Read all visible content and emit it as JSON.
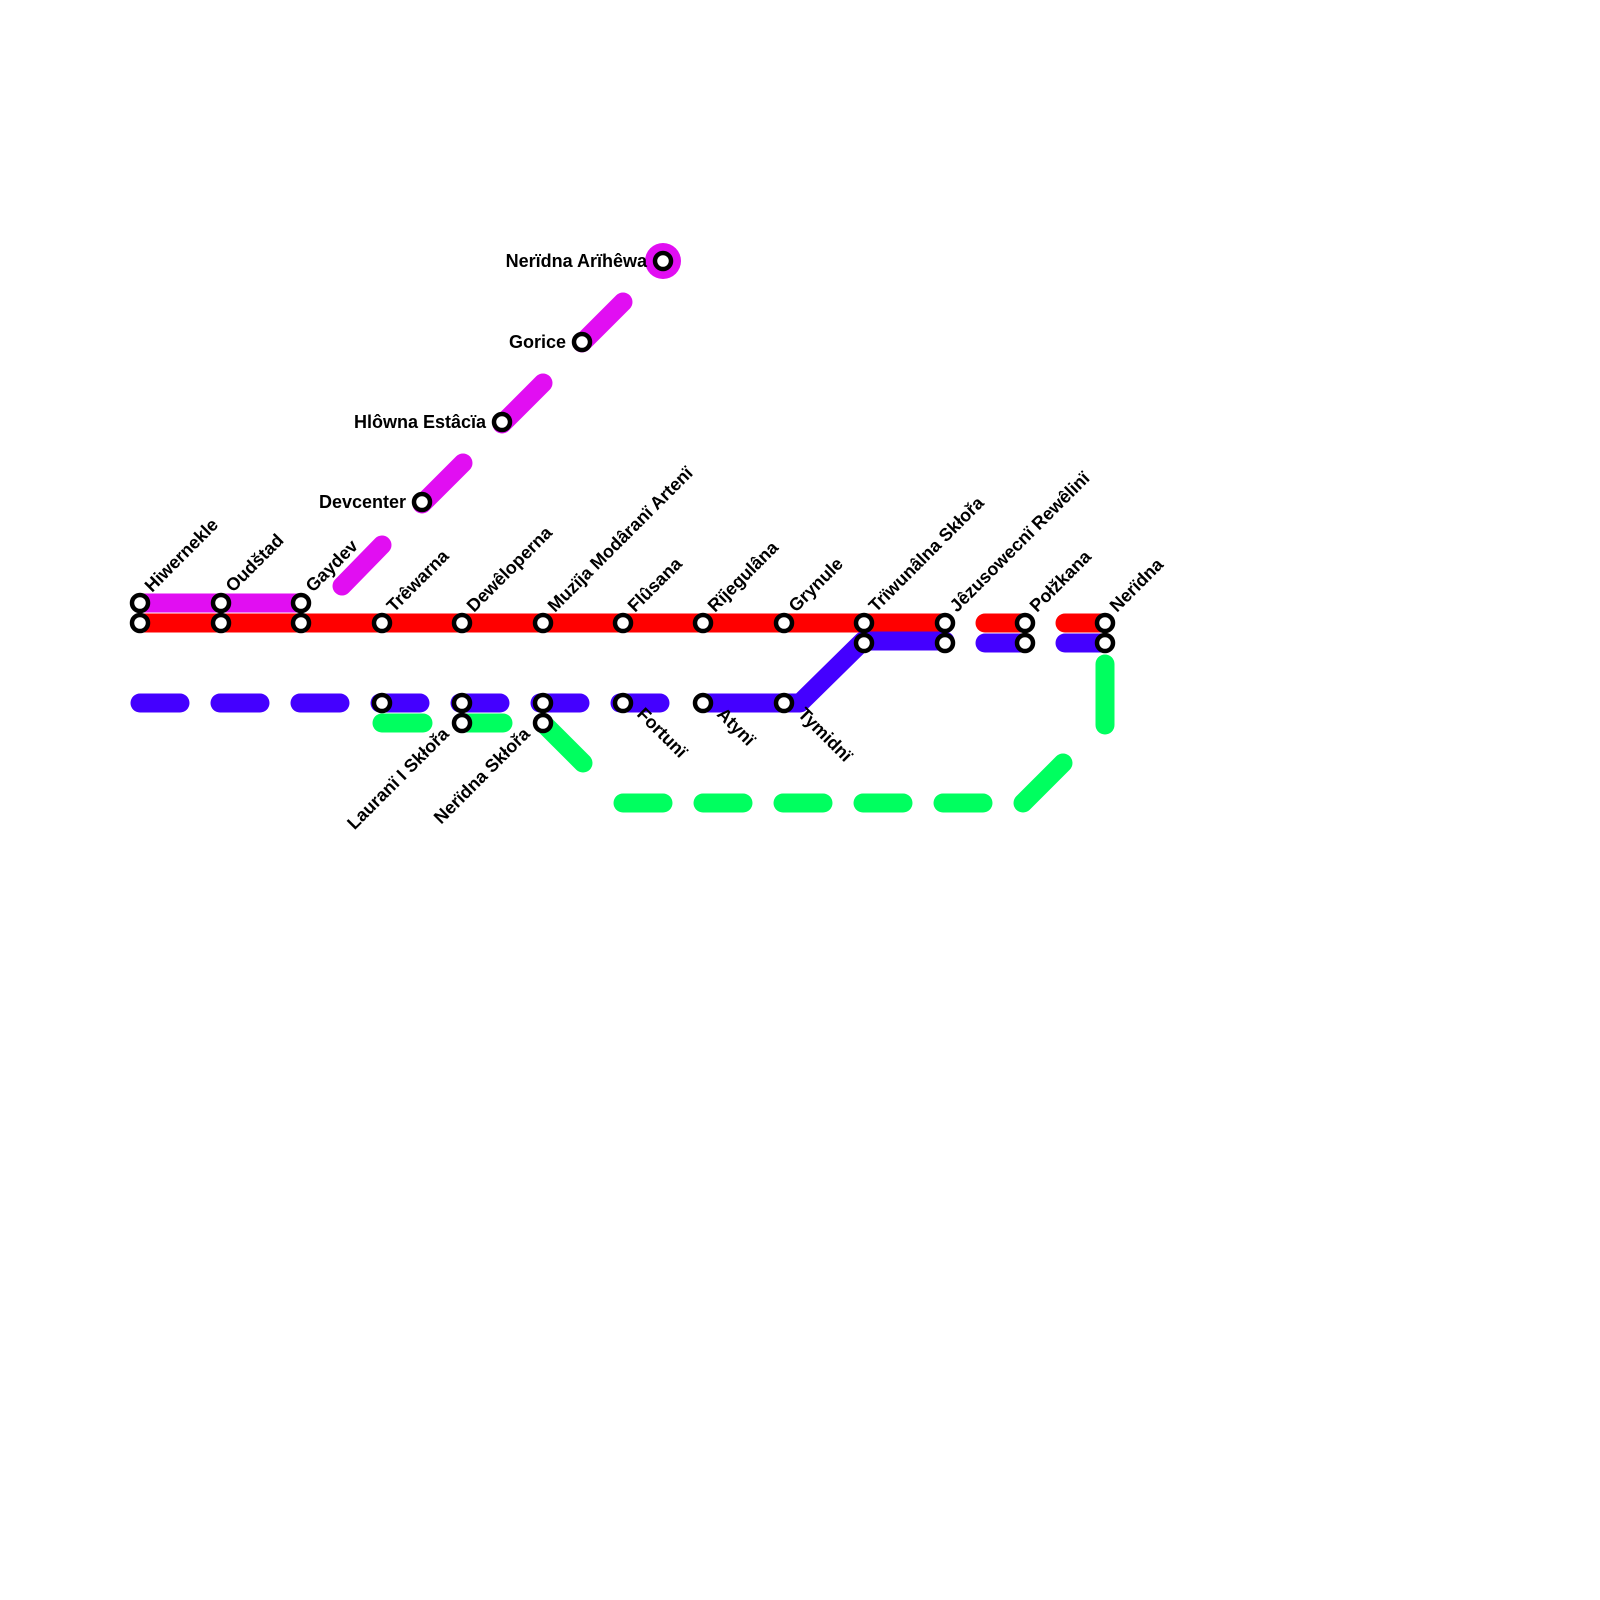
{
  "lines": [
    {
      "id": "red",
      "color": "#ff0000"
    },
    {
      "id": "magenta",
      "color": "#e10ef2"
    },
    {
      "id": "blue",
      "color": "#4400ff"
    },
    {
      "id": "green",
      "color": "#00ff5f"
    }
  ],
  "terminus_color": "#e10ef2",
  "stations": [
    {
      "id": "hiwernekle",
      "name": "Hiwernekle"
    },
    {
      "id": "oudstad",
      "name": "Oudštad"
    },
    {
      "id": "gaydev",
      "name": "Gaydev"
    },
    {
      "id": "trewarna",
      "name": "Trêwarna"
    },
    {
      "id": "deweloperna",
      "name": "Dewêloperna"
    },
    {
      "id": "muzija",
      "name": "Muzïja Modâranï Artenï"
    },
    {
      "id": "flusana",
      "name": "Flûsana"
    },
    {
      "id": "rijegulana",
      "name": "Rïjegulâna"
    },
    {
      "id": "grynule",
      "name": "Grynule"
    },
    {
      "id": "triwunalna",
      "name": "Trïwunâlna Skłořa"
    },
    {
      "id": "jezusowecni",
      "name": "Jêzusowecnï Rewêlinï"
    },
    {
      "id": "polzkana",
      "name": "Połžkana"
    },
    {
      "id": "neridna",
      "name": "Nerïdna"
    },
    {
      "id": "devcenter",
      "name": "Devcenter"
    },
    {
      "id": "hlowna",
      "name": "Hlôwna Estâcïa"
    },
    {
      "id": "gorice",
      "name": "Gorice"
    },
    {
      "id": "neridna-arihewa",
      "name": "Nerïdna Arïhêwa"
    },
    {
      "id": "laurani",
      "name": "Lauranï I Skłořa"
    },
    {
      "id": "neridna-sklora",
      "name": "Nerïdna Skłořa"
    },
    {
      "id": "fortuni",
      "name": "Fortunï"
    },
    {
      "id": "atyni",
      "name": "Atynï"
    },
    {
      "id": "tymidni",
      "name": "Tymidnï"
    }
  ]
}
